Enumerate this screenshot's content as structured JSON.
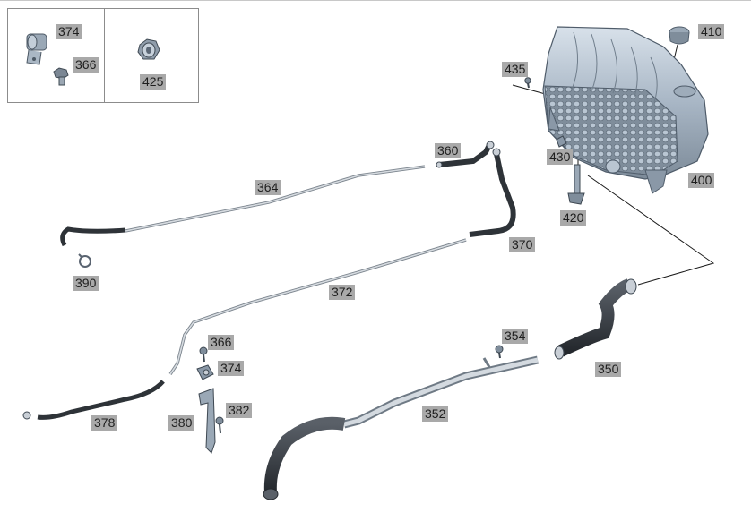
{
  "diagram": {
    "callouts": {
      "inset_374": "374",
      "inset_366": "366",
      "inset_425": "425",
      "p435": "435",
      "p410": "410",
      "p430": "430",
      "p400": "400",
      "p420": "420",
      "p360": "360",
      "p364": "364",
      "p370": "370",
      "p390": "390",
      "p372": "372",
      "p366": "366",
      "p374": "374",
      "p354": "354",
      "p350": "350",
      "p382": "382",
      "p380": "380",
      "p378": "378",
      "p352": "352"
    },
    "colors": {
      "label_bg": "#a9a9a9",
      "part_blue": "#aebccb",
      "hose_dark": "#3a3f45",
      "pipe_grey": "#c9cfd6"
    }
  }
}
